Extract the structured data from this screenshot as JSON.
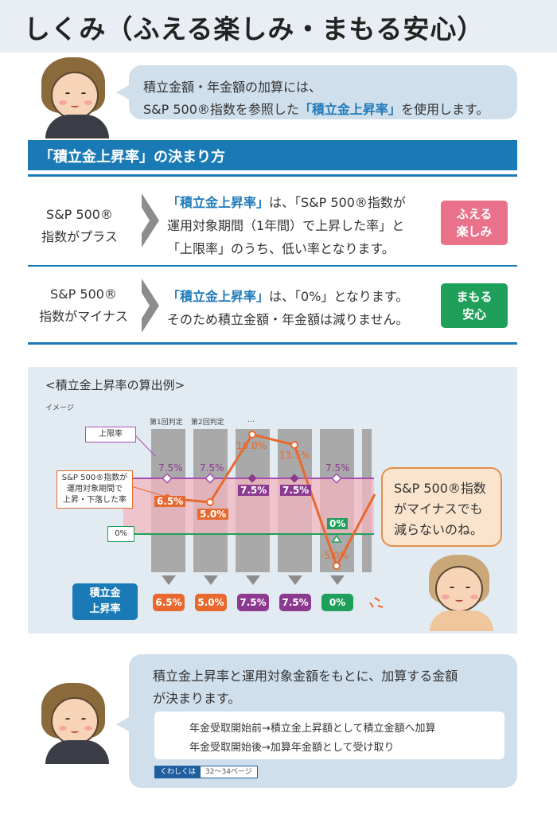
{
  "header": {
    "title": "しくみ（ふえる楽しみ・まもる安心）"
  },
  "intro_bubble": {
    "line1": "積立金額・年金額の加算には、",
    "line2_pre": "S&P 500®指数を参照した",
    "line2_hl": "「積立金上昇率」",
    "line2_post": "を使用します。"
  },
  "rules": {
    "heading": "「積立金上昇率」の決まり方",
    "plus": {
      "cond1": "S&P 500®",
      "cond2": "指数がプラス",
      "hl": "「積立金上昇率」",
      "line1_post": "は、「S&P 500®指数が",
      "line2": "運用対象期間（1年間）で上昇した率」と",
      "line3": "「上限率」のうち、低い率となります。",
      "tag1": "ふえる",
      "tag2": "楽しみ",
      "tag_color": "#e9728a"
    },
    "minus": {
      "cond1": "S&P 500®",
      "cond2": "指数がマイナス",
      "hl": "「積立金上昇率」",
      "line1_post": "は、「0%」となります。",
      "line2": "そのため積立金額・年金額は減りません。",
      "tag1": "まもる",
      "tag2": "安心",
      "tag_color": "#1ea05a"
    }
  },
  "example": {
    "title": "<積立金上昇率の算出例>",
    "image_label": "イメージ",
    "judge_1": "第1回判定",
    "judge_2": "第2回判定",
    "ellipsis": "…",
    "cap_label": "上限率",
    "index_label_1": "S&P 500®指数が",
    "index_label_2": "運用対象期間で",
    "index_label_3": "上昇・下落した率",
    "zero_label": "0%",
    "result_label_1": "積立金",
    "result_label_2": "上昇率",
    "cap_values": [
      "7.5%",
      "7.5%",
      "",
      "",
      "7.5%"
    ],
    "index_values": [
      "6.5%",
      "5.0%",
      "15.0%",
      "13.5%",
      "-5.0%"
    ],
    "applied_values": [
      "",
      "",
      "7.5%",
      "7.5%",
      "0%"
    ],
    "results": [
      "6.5%",
      "5.0%",
      "7.5%",
      "7.5%",
      "0%"
    ],
    "result_colors": [
      "#e8692e",
      "#e8692e",
      "#8b3a8f",
      "#8b3a8f",
      "#1ea05a"
    ],
    "bubble_line1": "S&P 500®指数",
    "bubble_line2": "がマイナスでも",
    "bubble_line3": "減らないのね。"
  },
  "bottom_bubble": {
    "line1": "積立金上昇率と運用対象金額をもとに、加算する金額",
    "line2": "が決まります。",
    "item1": "年金受取開始前→積立金上昇額として積立金額へ加算",
    "item2": "年金受取開始後→加算年金額として受け取り",
    "more_label": "くわしくは",
    "more_pages": "32〜34ページ"
  }
}
